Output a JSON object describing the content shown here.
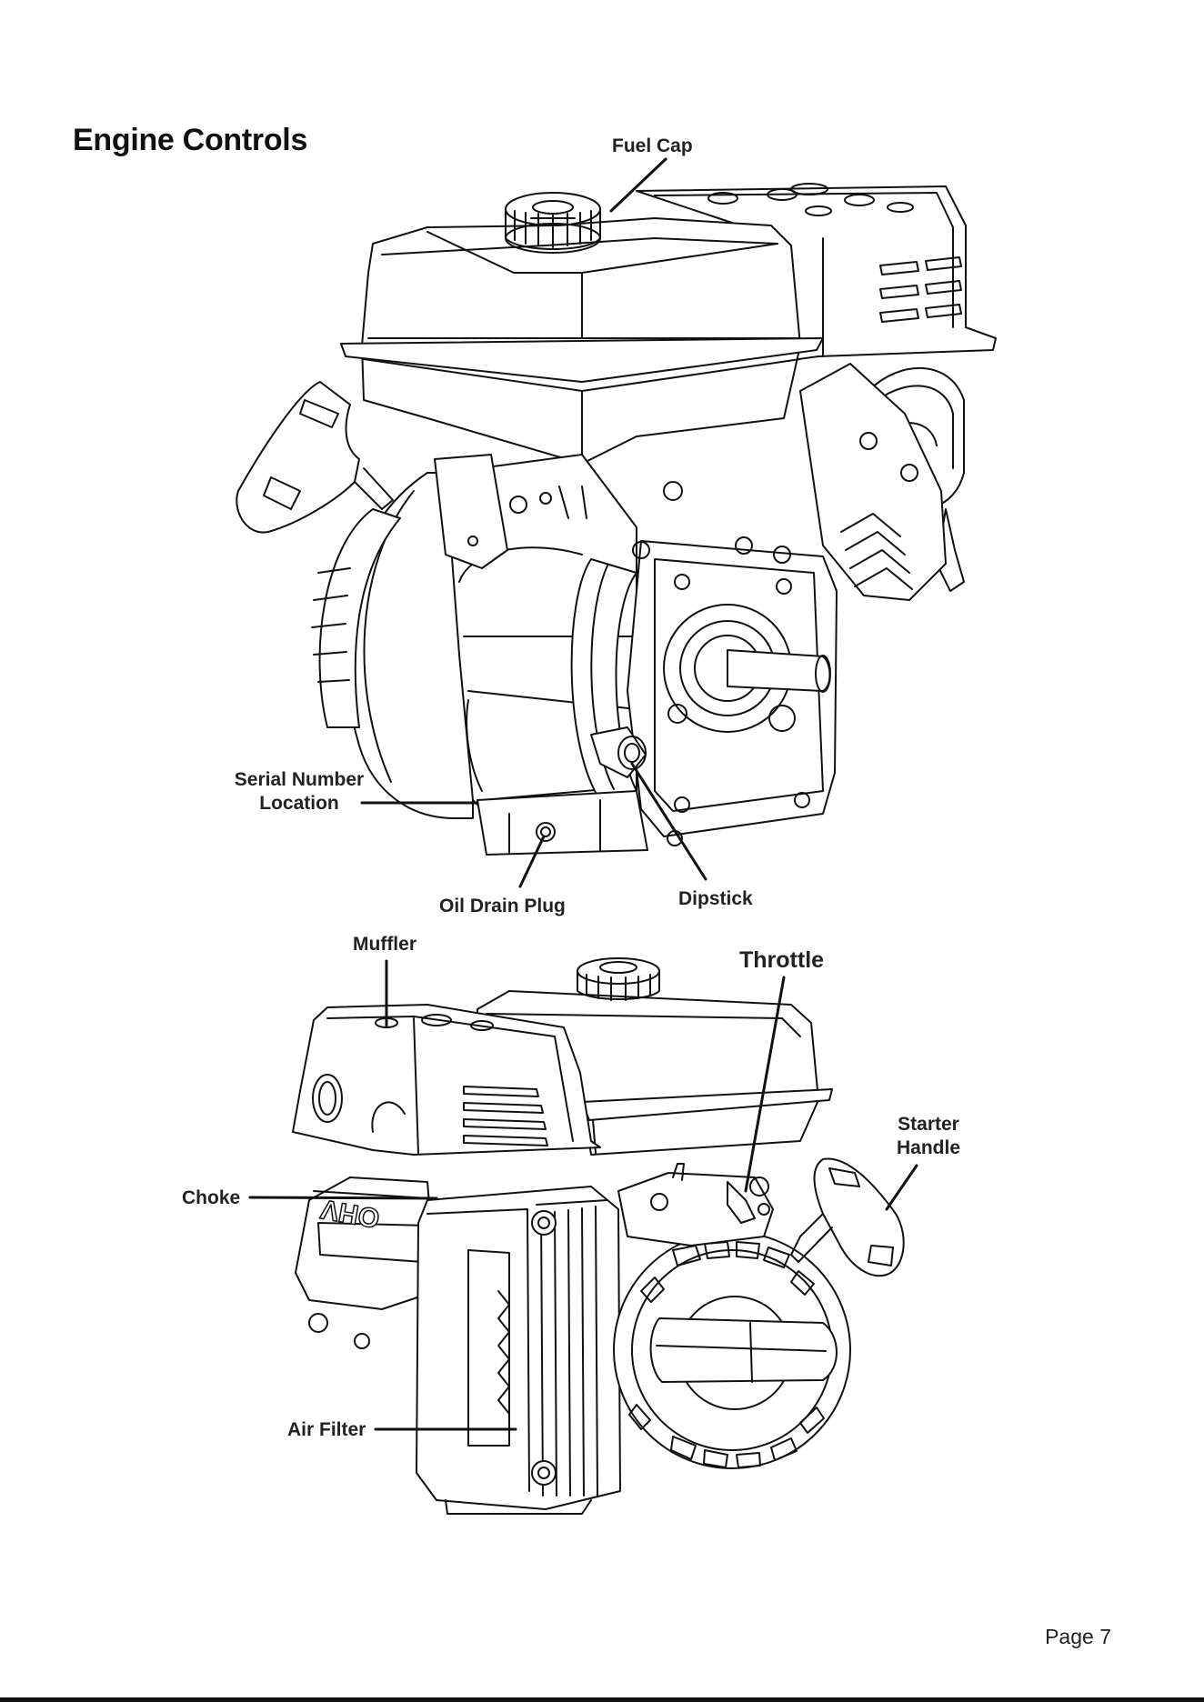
{
  "page": {
    "title": "Engine Controls",
    "page_number": "Page 7"
  },
  "labels": {
    "fuel_cap": "Fuel Cap",
    "serial_number_line1": "Serial Number",
    "serial_number_line2": "Location",
    "oil_drain_plug": "Oil Drain Plug",
    "dipstick": "Dipstick",
    "muffler": "Muffler",
    "throttle": "Throttle",
    "starter_handle_line1": "Starter",
    "starter_handle_line2": "Handle",
    "choke": "Choke",
    "air_filter": "Air Filter"
  },
  "stamp": {
    "engine_logo": "OHV"
  },
  "colors": {
    "line": "#111111",
    "paper": "#ffffff"
  }
}
